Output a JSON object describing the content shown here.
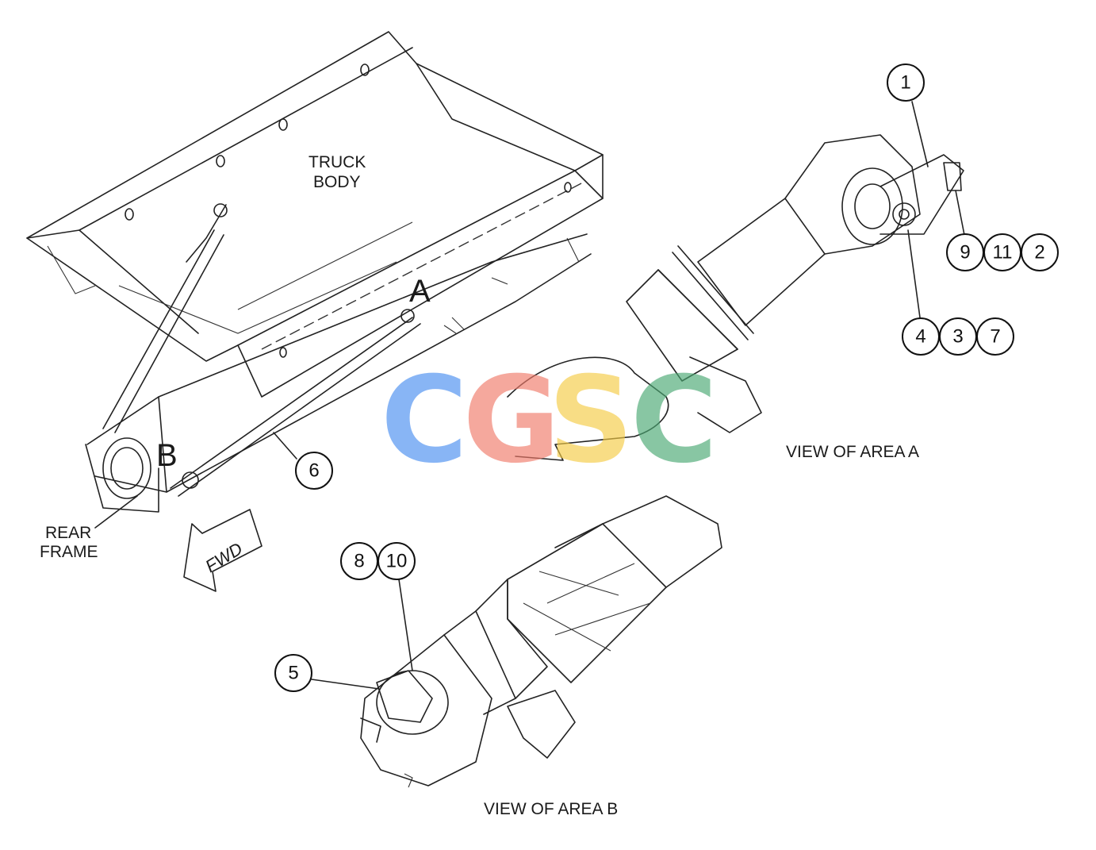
{
  "labels": {
    "truck_body": [
      "TRUCK",
      "BODY"
    ],
    "rear_frame": [
      "REAR",
      "FRAME"
    ],
    "area_a_marker": "A",
    "area_b_marker": "B",
    "fwd_arrow": "FWD",
    "view_a": "VIEW OF AREA A",
    "view_b": "VIEW OF AREA B"
  },
  "callouts": [
    "1",
    "9",
    "11",
    "2",
    "4",
    "3",
    "7",
    "6",
    "8",
    "10",
    "5"
  ],
  "watermark": {
    "letters": [
      "C",
      "G",
      "S",
      "C"
    ],
    "colors": [
      "#4a8ff0",
      "#f07a6a",
      "#f5cc45",
      "#4aa873"
    ]
  }
}
